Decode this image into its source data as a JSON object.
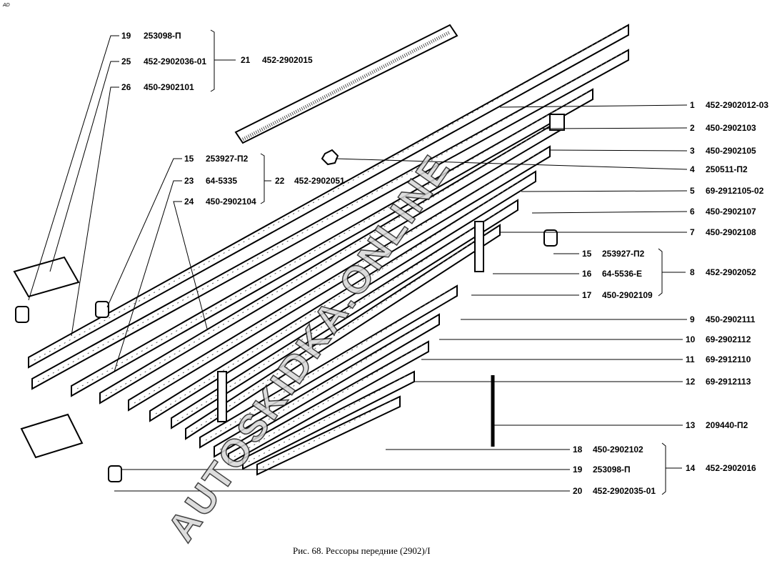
{
  "corner_mark": "AD",
  "caption": "Рис. 68. Рессоры передние (2902)/I",
  "watermark": "AUTOSKIDKA.ONLINE",
  "callouts": [
    {
      "num": "1",
      "code": "452-2902012-03"
    },
    {
      "num": "2",
      "code": "450-2902103"
    },
    {
      "num": "3",
      "code": "450-2902105"
    },
    {
      "num": "4",
      "code": "250511-П2"
    },
    {
      "num": "5",
      "code": "69-2912105-02"
    },
    {
      "num": "6",
      "code": "450-2902107"
    },
    {
      "num": "7",
      "code": "450-2902108"
    },
    {
      "num": "8",
      "code": "452-2902052"
    },
    {
      "num": "9",
      "code": "450-2902111"
    },
    {
      "num": "10",
      "code": "69-2902112"
    },
    {
      "num": "11",
      "code": "69-2912110"
    },
    {
      "num": "12",
      "code": "69-2912113"
    },
    {
      "num": "13",
      "code": "209440-П2"
    },
    {
      "num": "14",
      "code": "452-2902016"
    },
    {
      "num": "15",
      "code": "253927-П2"
    },
    {
      "num": "16",
      "code": "64-5536-Е"
    },
    {
      "num": "17",
      "code": "450-2902109"
    },
    {
      "num": "18",
      "code": "450-2902102"
    },
    {
      "num": "19",
      "code": "253098-П"
    },
    {
      "num": "20",
      "code": "452-2902035-01"
    },
    {
      "num": "19",
      "code": "253098-П"
    },
    {
      "num": "25",
      "code": "452-2902036-01"
    },
    {
      "num": "26",
      "code": "450-2902101"
    },
    {
      "num": "21",
      "code": "452-2902015"
    },
    {
      "num": "15",
      "code": "253927-П2"
    },
    {
      "num": "23",
      "code": "64-5335"
    },
    {
      "num": "24",
      "code": "450-2902104"
    },
    {
      "num": "22",
      "code": "452-2902051"
    }
  ]
}
